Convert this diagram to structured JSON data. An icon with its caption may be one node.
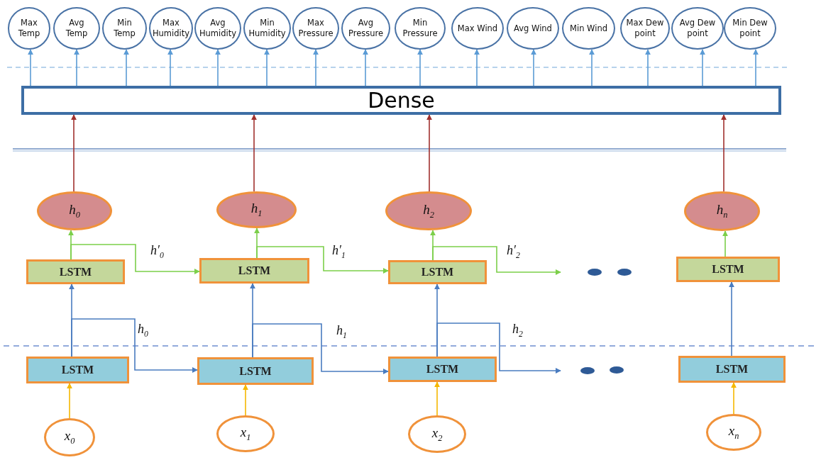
{
  "diagram": {
    "nodes": [
      {
        "text": [
          "Max Temp"
        ]
      },
      {
        "text": [
          "Avg Temp"
        ]
      },
      {
        "text": [
          "Min Temp"
        ]
      },
      {
        "text": [
          "Max Humidity"
        ]
      },
      {
        "text": [
          "Avg Humidity"
        ]
      },
      {
        "text": [
          "Min Humidity"
        ]
      },
      {
        "text": [
          "Max Pressure"
        ]
      },
      {
        "text": [
          "Avg Pressure"
        ]
      },
      {
        "text": [
          "Min Pressure"
        ]
      },
      {
        "text": [
          "Max Wind"
        ]
      },
      {
        "text": [
          "Avg Wind"
        ]
      },
      {
        "text": [
          "Min Wind"
        ]
      },
      {
        "text": [
          "Max Dew point"
        ]
      },
      {
        "text": [
          "Avg Dew point"
        ]
      },
      {
        "text": [
          "Min Dew point"
        ]
      },
      {
        "text": [
          "Dense"
        ]
      },
      {
        "text": [
          "h$_{0}$"
        ]
      },
      {
        "text": [
          "h$_{1}$"
        ]
      },
      {
        "text": [
          "h$_{2}$"
        ]
      },
      {
        "text": [
          "h$_{n}$"
        ]
      },
      {
        "text": [
          "LSTM"
        ]
      },
      {
        "text": [
          "LSTM"
        ]
      },
      {
        "text": [
          "LSTM"
        ]
      },
      {
        "text": [
          "LSTM"
        ]
      },
      {
        "text": [
          "LSTM"
        ]
      },
      {
        "text": [
          "LSTM"
        ]
      },
      {
        "text": [
          "LSTM"
        ]
      },
      {
        "text": [
          "LSTM"
        ]
      },
      {
        "text": [
          "x$_{0}$"
        ]
      },
      {
        "text": [
          "x$_{1}$"
        ]
      },
      {
        "text": [
          "x$_{2}$"
        ]
      },
      {
        "text": [
          "x$_{n}$"
        ]
      }
    ],
    "edges": [
      {
        "from": 15,
        "to": 0,
        "arrow": "to"
      },
      {
        "from": 15,
        "to": 1,
        "arrow": "to"
      },
      {
        "from": 15,
        "to": 2,
        "arrow": "to"
      },
      {
        "from": 15,
        "to": 3,
        "arrow": "to"
      },
      {
        "from": 15,
        "to": 4,
        "arrow": "to"
      },
      {
        "from": 15,
        "to": 5,
        "arrow": "to"
      },
      {
        "from": 15,
        "to": 6,
        "arrow": "to"
      },
      {
        "from": 15,
        "to": 7,
        "arrow": "to"
      },
      {
        "from": 15,
        "to": 8,
        "arrow": "to"
      },
      {
        "from": 15,
        "to": 9,
        "arrow": "to"
      },
      {
        "from": 15,
        "to": 10,
        "arrow": "to"
      },
      {
        "from": 15,
        "to": 11,
        "arrow": "to"
      },
      {
        "from": 15,
        "to": 12,
        "arrow": "to"
      },
      {
        "from": 15,
        "to": 13,
        "arrow": "to"
      },
      {
        "from": 15,
        "to": 14,
        "arrow": "to"
      },
      {
        "from": 16,
        "to": 15,
        "arrow": "to",
        "color": "#a0302e"
      },
      {
        "from": 17,
        "to": 15,
        "arrow": "to",
        "color": "#a0302e"
      },
      {
        "from": 18,
        "to": 15,
        "arrow": "to",
        "color": "#a0302e"
      },
      {
        "from": 19,
        "to": 15,
        "arrow": "to",
        "color": "#a0302e"
      },
      {
        "from": 20,
        "to": 16,
        "arrow": "to",
        "color": "#7ccf4a"
      },
      {
        "from": 21,
        "to": 17,
        "arrow": "to",
        "color": "#7ccf4a"
      },
      {
        "from": 22,
        "to": 18,
        "arrow": "to",
        "color": "#7ccf4a"
      },
      {
        "from": 23,
        "to": 19,
        "arrow": "to",
        "color": "#7ccf4a"
      },
      {
        "from": 20,
        "to": 21,
        "arrow": "to",
        "label": "h′$_{0}$",
        "color": "#7ccf4a"
      },
      {
        "from": 21,
        "to": 22,
        "arrow": "to",
        "label": "h′$_{1}$",
        "color": "#7ccf4a"
      },
      {
        "from": 22,
        "to": null,
        "arrow": "to",
        "label": "h′$_{2}$",
        "color": "#7ccf4a"
      },
      {
        "from": 24,
        "to": 20,
        "arrow": "to",
        "color": "#4a7cc0"
      },
      {
        "from": 25,
        "to": 21,
        "arrow": "to",
        "color": "#4a7cc0"
      },
      {
        "from": 26,
        "to": 22,
        "arrow": "to",
        "color": "#4a7cc0"
      },
      {
        "from": 27,
        "to": 23,
        "arrow": "to",
        "color": "#4a7cc0"
      },
      {
        "from": 24,
        "to": 25,
        "arrow": "to",
        "label": "h$_{0}$",
        "color": "#4a7cc0"
      },
      {
        "from": 25,
        "to": 26,
        "arrow": "to",
        "label": "h$_{1}$",
        "color": "#4a7cc0"
      },
      {
        "from": 26,
        "to": null,
        "arrow": "to",
        "label": "h$_{2}$",
        "color": "#4a7cc0"
      },
      {
        "from": 28,
        "to": 24,
        "arrow": "to",
        "color": "#f5b800"
      },
      {
        "from": 29,
        "to": 25,
        "arrow": "to",
        "color": "#f5b800"
      },
      {
        "from": 30,
        "to": 26,
        "arrow": "to",
        "color": "#f5b800"
      },
      {
        "from": 31,
        "to": 27,
        "arrow": "to",
        "color": "#f5b800"
      }
    ]
  }
}
